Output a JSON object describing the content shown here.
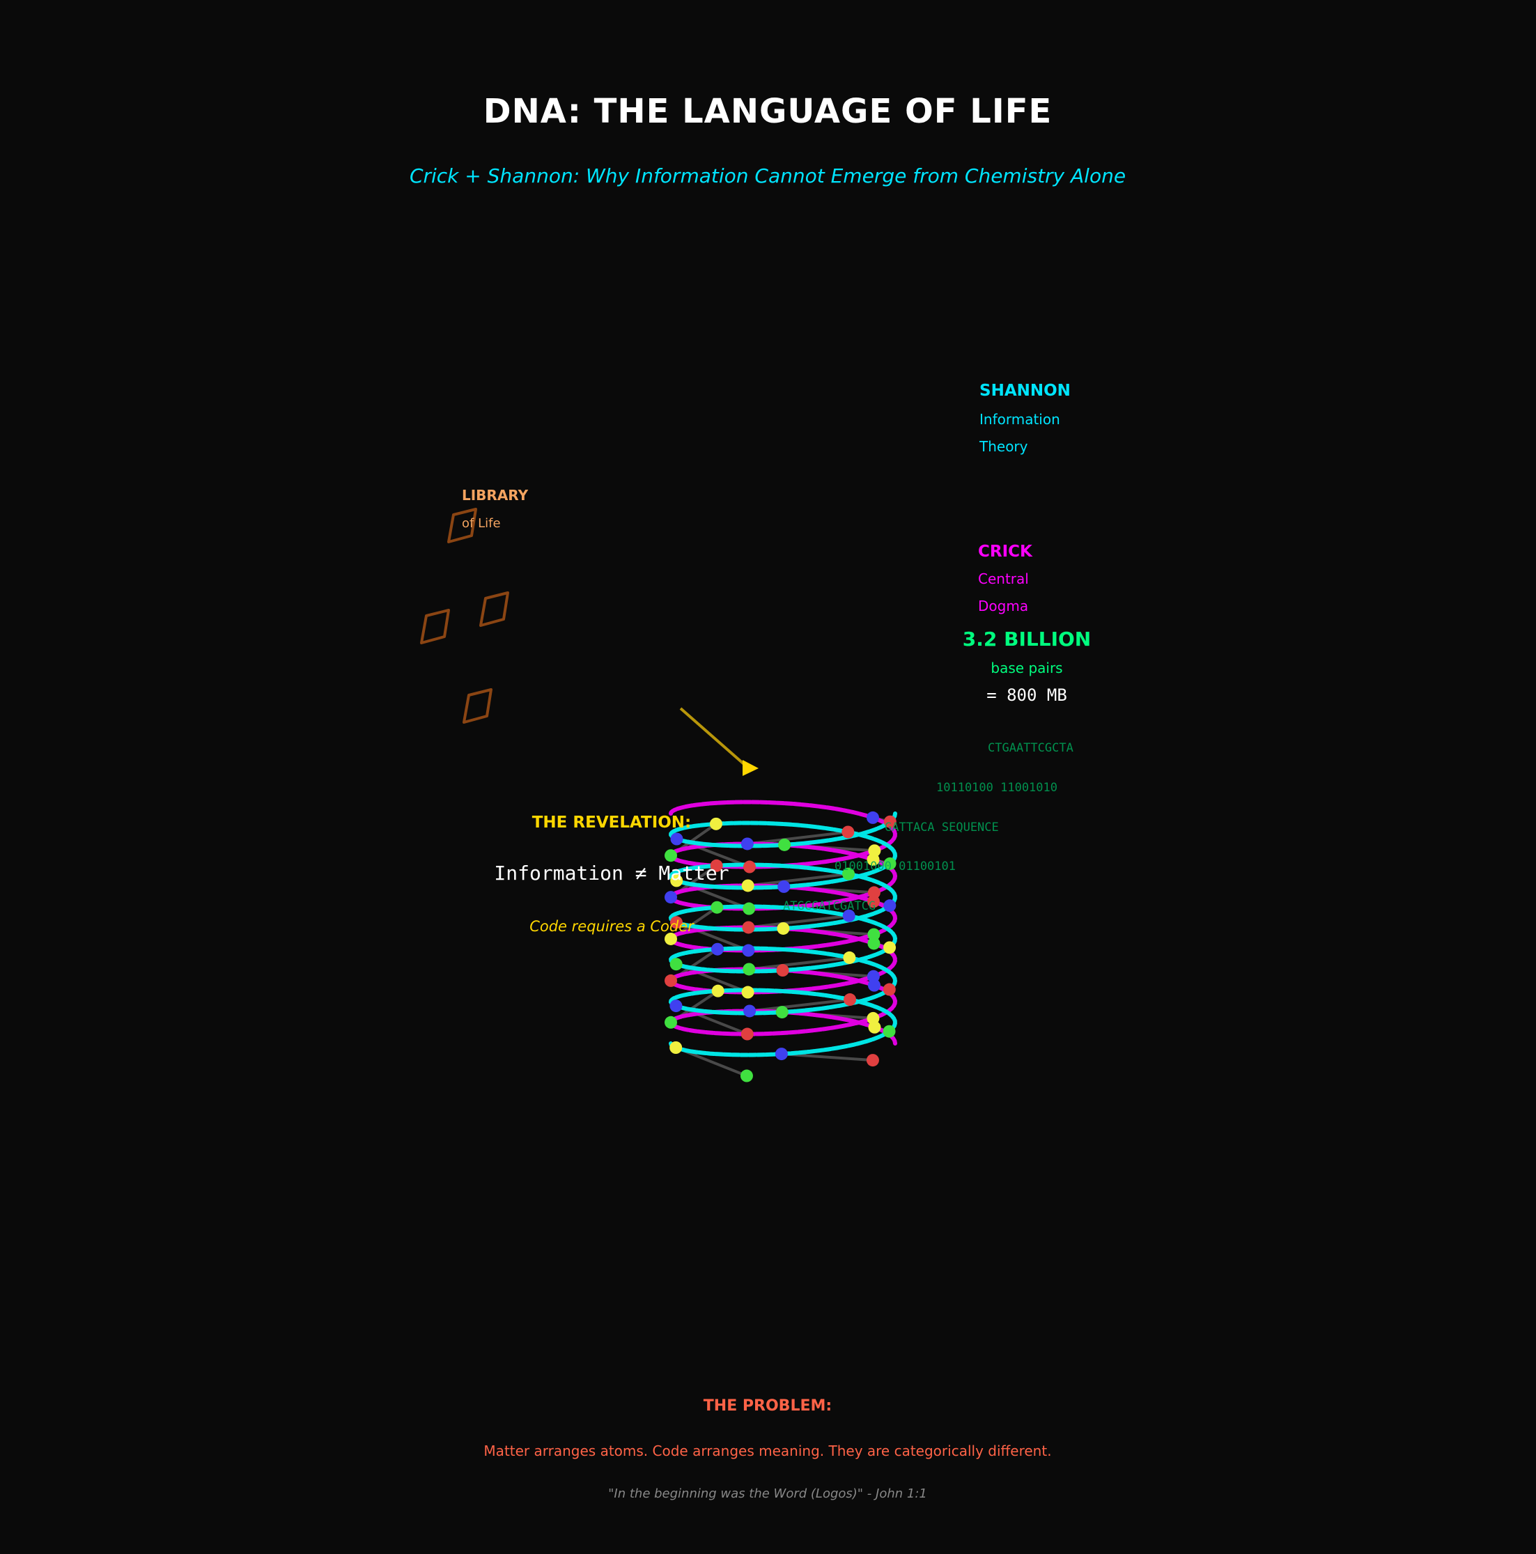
{
  "title": "DNA: THE LANGUAGE OF LIFE",
  "subtitle": "Crick + Shannon: Why Information Cannot Emerge from Chemistry Alone",
  "shannon": {
    "heading": "SHANNON",
    "line1": "Information",
    "line2": "Theory"
  },
  "library": {
    "heading": "LIBRARY",
    "line1": "of Life"
  },
  "crick": {
    "heading": "CRICK",
    "line1": "Central",
    "line2": "Dogma"
  },
  "genome": {
    "count": "3.2 BILLION",
    "unit": "base pairs",
    "size": "= 800 MB"
  },
  "code_lines": [
    "CTGAATTCGCTA",
    "10110100 11001010",
    "GATTACA SEQUENCE",
    "01001000 01100101",
    "ATGCGATCGATCG"
  ],
  "revelation": {
    "heading": "THE REVELATION:",
    "statement": "Information ≠ Matter",
    "tagline": "Code requires a Coder"
  },
  "problem": {
    "heading": "THE PROBLEM:",
    "statement": "Matter arranges atoms. Code arranges meaning. They are categorically different.",
    "quote": "\"In the beginning was the Word (Logos)\" - John 1:1"
  },
  "colors": {
    "strand_a": "#00e5e5",
    "strand_b": "#e000e0",
    "rung": "#555555",
    "bases": [
      "#e04040",
      "#40e040",
      "#4040f0",
      "#f0f040"
    ],
    "book": "#8b4513",
    "arrow": "#ffd700"
  }
}
